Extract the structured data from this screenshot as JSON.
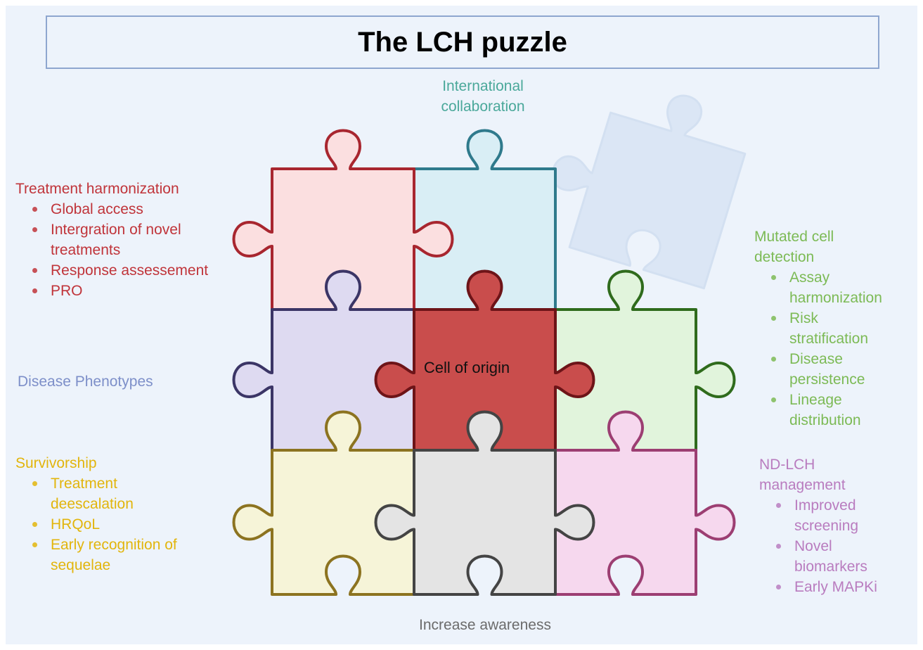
{
  "title": "The LCH puzzle",
  "center_label": "Cell of origin",
  "top_label": {
    "lines": [
      "International",
      "collaboration"
    ],
    "color": "#4aa89a"
  },
  "bottom_label": {
    "text": "Increase  awareness",
    "color": "#6b6b6b"
  },
  "disease_phenotypes": {
    "text": "Disease Phenotypes",
    "color": "#7d8fc9"
  },
  "treatment": {
    "heading": "Treatment harmonization",
    "color": "#c0343a",
    "items": [
      {
        "lines": [
          "Global access"
        ]
      },
      {
        "lines": [
          "Intergration of novel",
          "treatments"
        ]
      },
      {
        "lines": [
          "Response assessement"
        ]
      },
      {
        "lines": [
          "PRO"
        ]
      }
    ]
  },
  "survivorship": {
    "heading": "Survivorship",
    "color": "#e2b50c",
    "items": [
      {
        "lines": [
          "Treatment",
          "deescalation"
        ]
      },
      {
        "lines": [
          "HRQoL"
        ]
      },
      {
        "lines": [
          "Early recognition of",
          "sequelae"
        ]
      }
    ]
  },
  "mutated": {
    "heading_lines": [
      "Mutated cell",
      "detection"
    ],
    "color": "#7cba55",
    "items": [
      {
        "lines": [
          "Assay",
          "harmonization"
        ]
      },
      {
        "lines": [
          "Risk",
          "stratification"
        ]
      },
      {
        "lines": [
          "Disease",
          "persistence"
        ]
      },
      {
        "lines": [
          "Lineage",
          "distribution"
        ]
      }
    ]
  },
  "ndlch": {
    "heading_lines": [
      "ND-LCH",
      "management"
    ],
    "color": "#b97cbf",
    "items": [
      {
        "lines": [
          "Improved",
          "screening"
        ]
      },
      {
        "lines": [
          "Novel",
          "biomarkers"
        ]
      },
      {
        "lines": [
          "Early MAPKi"
        ]
      }
    ]
  },
  "pieces": [
    {
      "name": "collaboration-piece",
      "fill": "#d9eef5",
      "stroke": "#2f7a8c"
    },
    {
      "name": "treatment-piece",
      "fill": "#fbdfe0",
      "stroke": "#a8262f"
    },
    {
      "name": "mutated-cell-piece",
      "fill": "#e1f4dc",
      "stroke": "#2f6b1c"
    },
    {
      "name": "phenotype-piece",
      "fill": "#dedaf1",
      "stroke": "#3b3566"
    },
    {
      "name": "cell-of-origin-piece",
      "fill": "#c94d4c",
      "stroke": "#6d1418"
    },
    {
      "name": "ndlch-piece",
      "fill": "#f6d8ee",
      "stroke": "#9c3e72"
    },
    {
      "name": "survivorship-piece",
      "fill": "#f6f4d8",
      "stroke": "#8c7320"
    },
    {
      "name": "awareness-piece",
      "fill": "#e4e4e4",
      "stroke": "#444444"
    }
  ],
  "ghost_piece": {
    "fill": "#dbe6f5"
  }
}
